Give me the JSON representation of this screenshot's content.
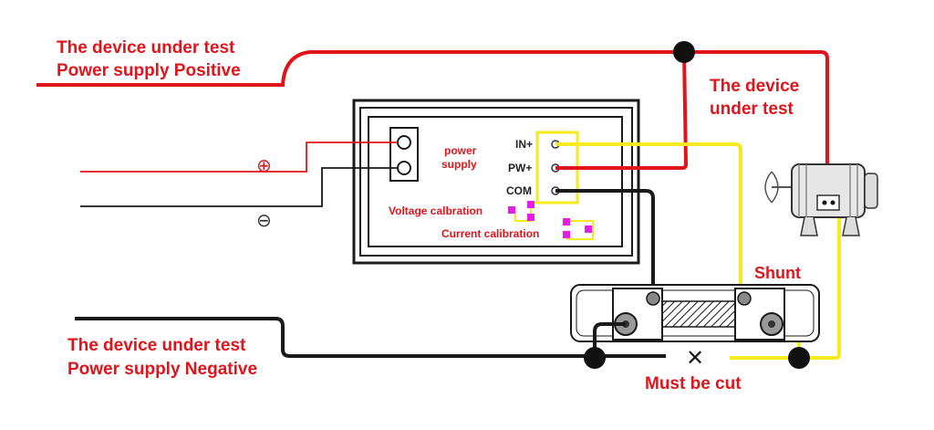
{
  "labels": {
    "dut_positive_line1": "The device under test",
    "dut_positive_line2": "Power supply Positive",
    "dut_line1": "The device",
    "dut_line2": "under test",
    "power_supply_line1": "power",
    "power_supply_line2": "supply",
    "terminal_in": "IN+",
    "terminal_pw": "PW+",
    "terminal_com": "COM",
    "voltage_calibration": "Voltage calbration",
    "current_calibration": "Current calibration",
    "shunt": "Shunt",
    "dut_negative_line1": "The device under test",
    "dut_negative_line2": "Power supply Negative",
    "must_be_cut": "Must be cut",
    "plus_symbol": "⊕",
    "minus_symbol": "⊖",
    "cut_mark": "✕"
  },
  "colors": {
    "red_wire": "#e0141b",
    "black_wire": "#1a1a1a",
    "yellow_wire": "#f5ea1f",
    "calibration_pad": "#e81ce8",
    "label_red": "#e0141b"
  }
}
